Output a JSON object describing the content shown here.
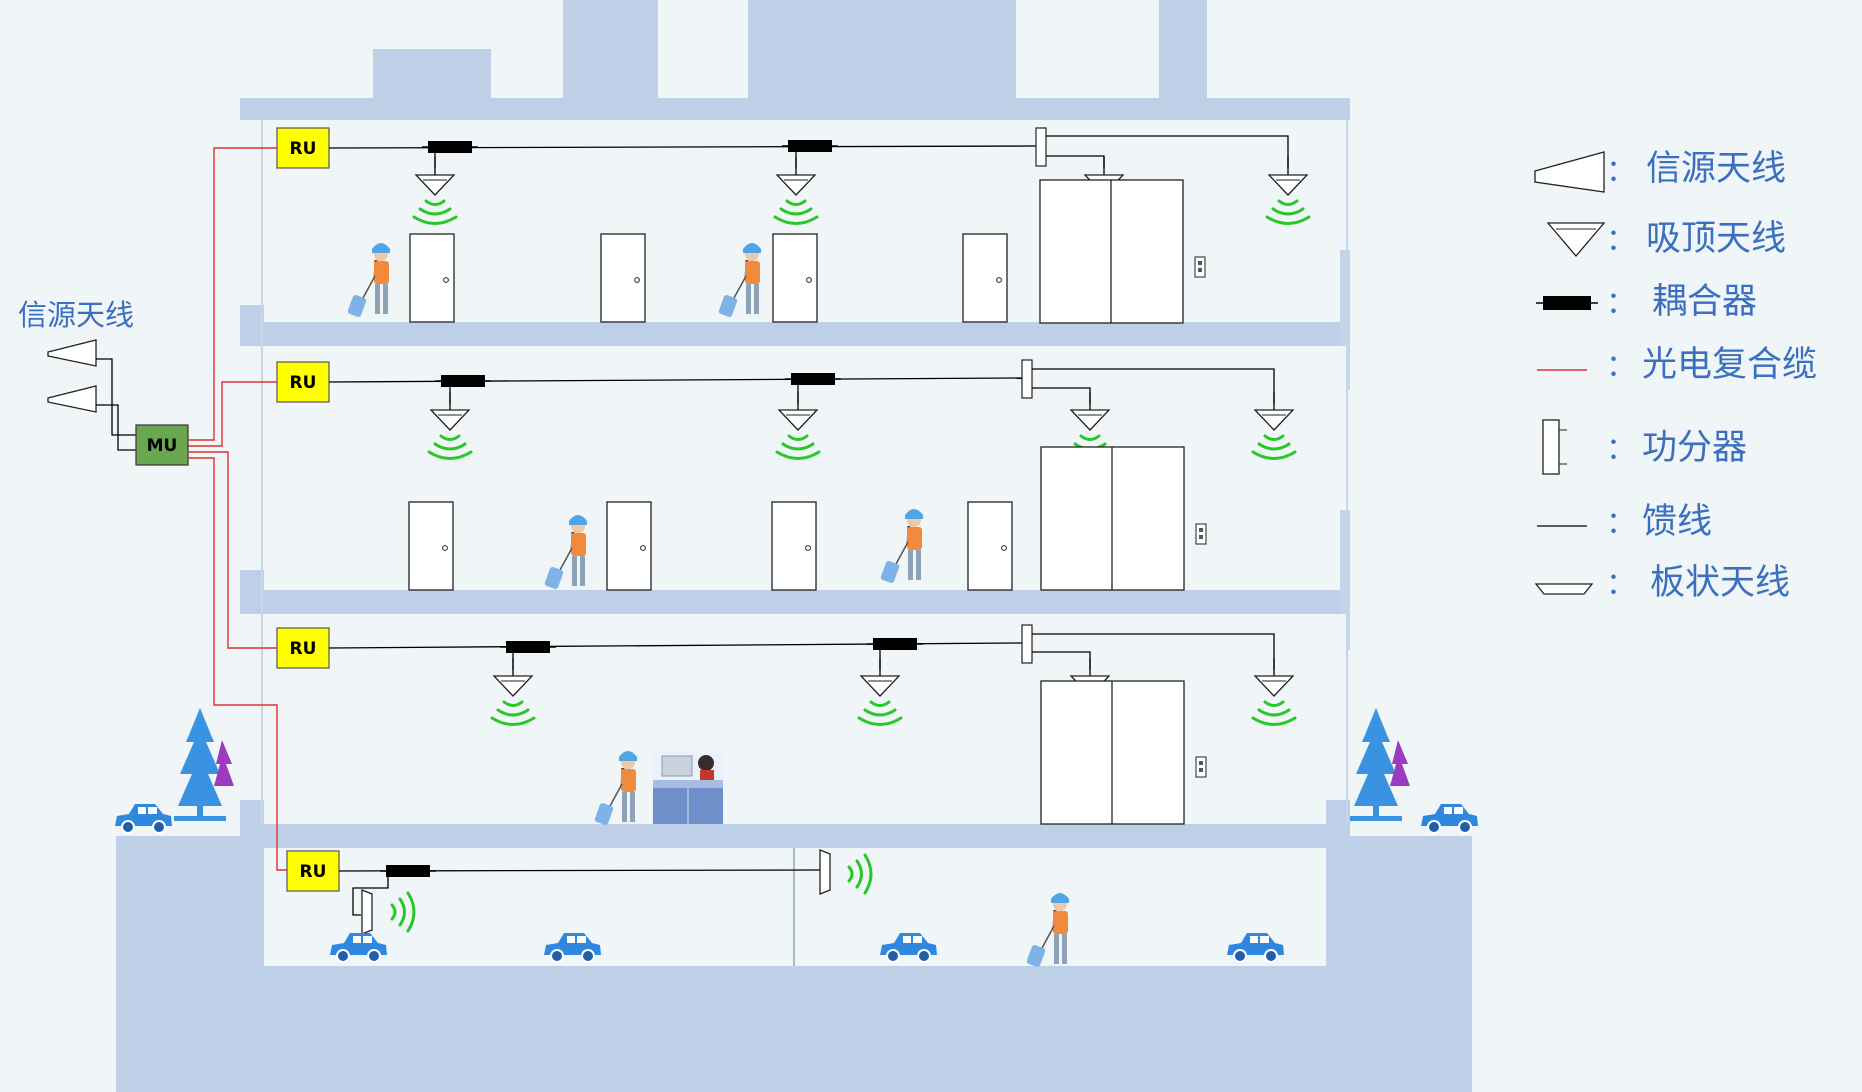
{
  "diagram": {
    "source_antenna_label": "信源天线",
    "mu_label": "MU",
    "ru_label": "RU",
    "floors": [
      {
        "name": "floor-3",
        "ru": "RU"
      },
      {
        "name": "floor-2",
        "ru": "RU"
      },
      {
        "name": "floor-1",
        "ru": "RU"
      },
      {
        "name": "basement",
        "ru": "RU"
      }
    ]
  },
  "legend": {
    "items": [
      {
        "key": "source-antenna",
        "colon": "：",
        "label": "信源天线"
      },
      {
        "key": "ceiling-antenna",
        "colon": "：",
        "label": "吸顶天线"
      },
      {
        "key": "coupler",
        "colon": "：",
        "label": "耦合器"
      },
      {
        "key": "fiber-cable",
        "colon": "：",
        "label": "光电复合缆"
      },
      {
        "key": "power-splitter",
        "colon": "：",
        "label": "功分器"
      },
      {
        "key": "feeder",
        "colon": "：",
        "label": "馈线"
      },
      {
        "key": "panel-antenna",
        "colon": "：",
        "label": "板状天线"
      }
    ]
  },
  "colors": {
    "building": "#bdd0e8",
    "background": "#f0f5f8",
    "ru_fill": "#ffff00",
    "mu_fill": "#6aa84f",
    "fiber": "#e03030",
    "signal": "#28c828",
    "legend_text": "#3b6fbf"
  }
}
